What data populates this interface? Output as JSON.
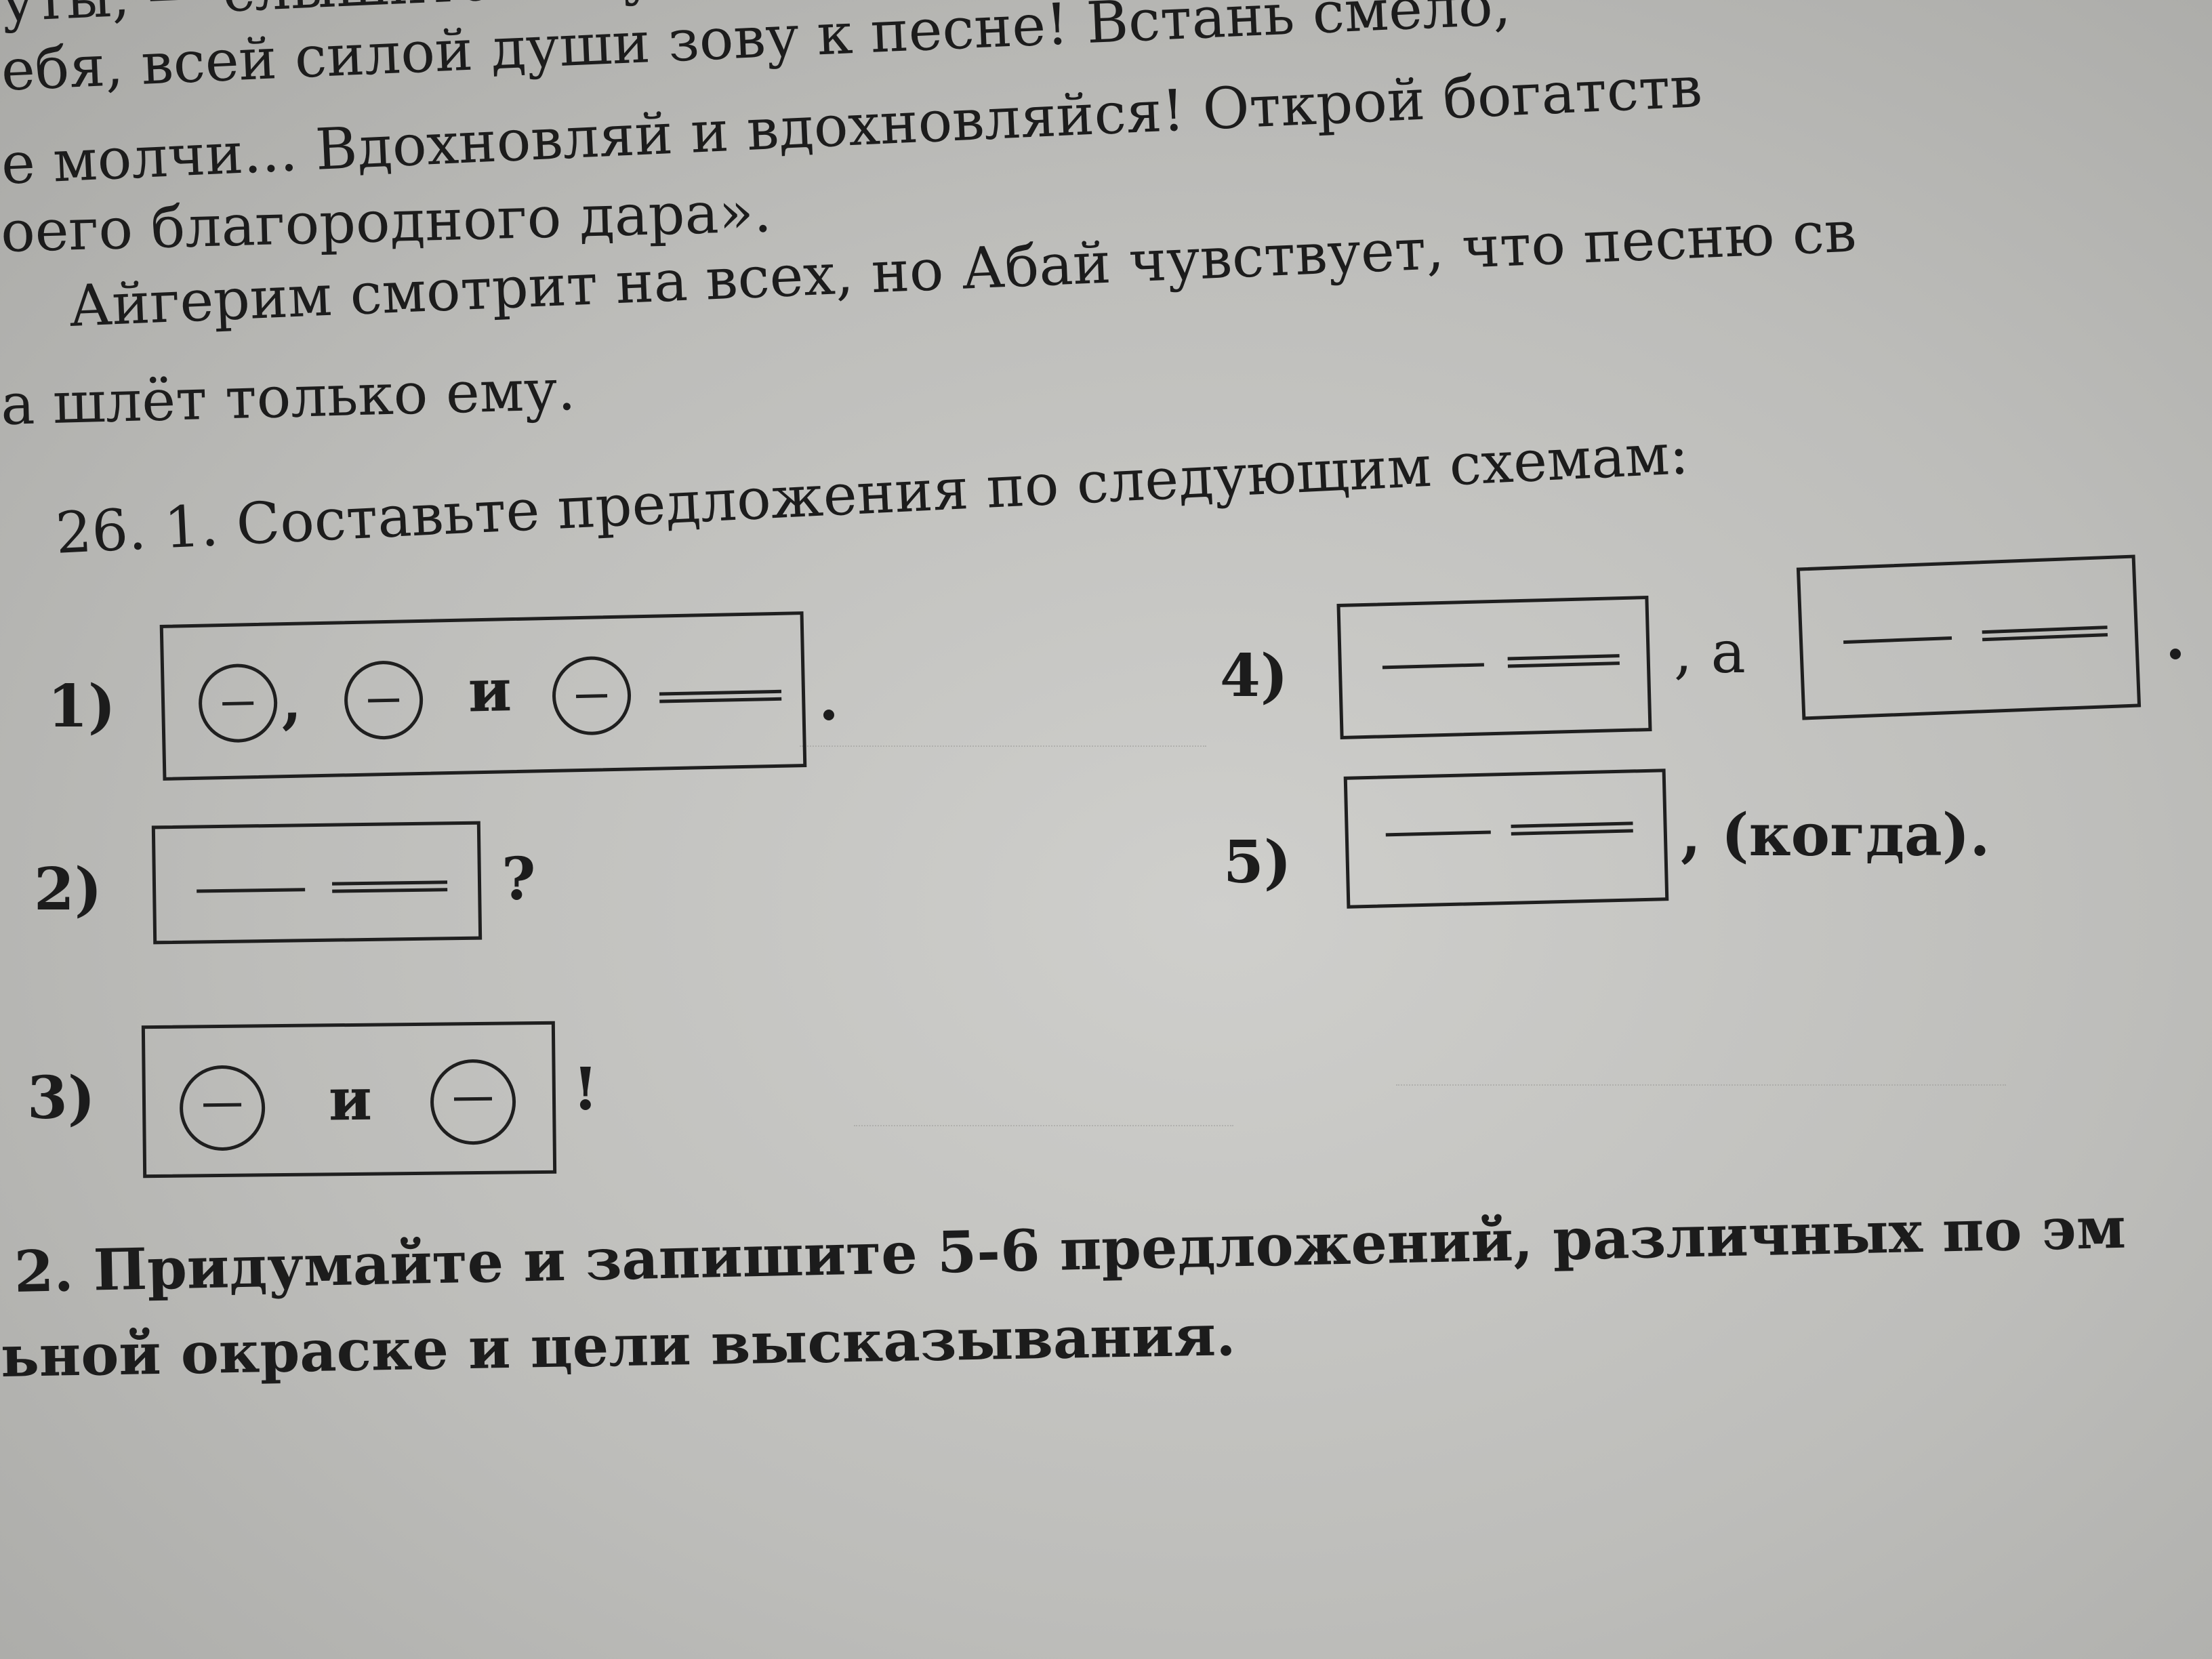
{
  "prev_text": {
    "line1": "уты, — слышится ему",
    "line2": "ебя, всей силой души зову к песне! Встань смело,",
    "line3": "е молчи... Вдохновляй и вдохновляйся! Открой богатств",
    "line4": "оего благородного дара».",
    "line5": "Айгерим смотрит на всех, но Абай чувствует, что песню св",
    "line6": "а шлёт только ему."
  },
  "exercise": {
    "title": "26. 1. Составьте предложения по следующим схемам:",
    "schemes": [
      {
        "label": "1)",
        "connector": "и",
        "end": "."
      },
      {
        "label": "2)",
        "end": "?"
      },
      {
        "label": "3)",
        "connector": "и",
        "end": "!"
      },
      {
        "label": "4)",
        "connector": ", а",
        "end": "."
      },
      {
        "label": "5)",
        "end": ", (когда)."
      }
    ],
    "task2_line1": "2. Придумайте и запишите 5-6 предложений, различных по эм",
    "task2_line2": "ьной окраске и цели высказывания."
  }
}
